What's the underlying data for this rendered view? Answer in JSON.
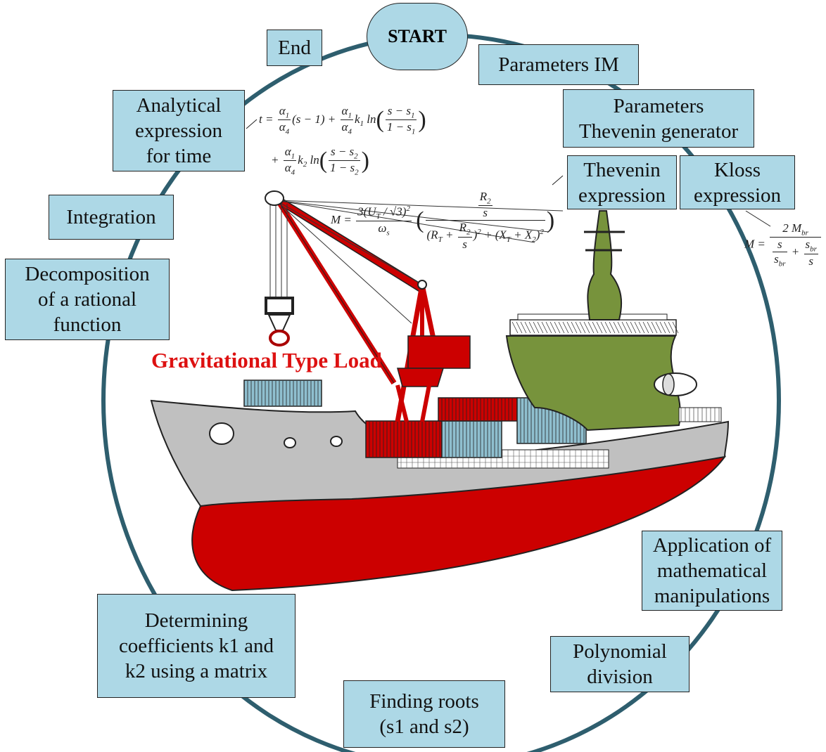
{
  "diagram": {
    "start_label": "START",
    "steps": [
      {
        "id": "end",
        "lines": [
          "End"
        ]
      },
      {
        "id": "parameters-im",
        "lines": [
          "Parameters IM"
        ]
      },
      {
        "id": "parameters-thevenin",
        "lines": [
          "Parameters",
          "Thevenin generator"
        ]
      },
      {
        "id": "thevenin-expression",
        "lines": [
          "Thevenin",
          "expression"
        ]
      },
      {
        "id": "kloss-expression",
        "lines": [
          "Kloss",
          "expression"
        ]
      },
      {
        "id": "analytical-expression",
        "lines": [
          "Analytical",
          "expression",
          "for time"
        ]
      },
      {
        "id": "integration",
        "lines": [
          "Integration"
        ]
      },
      {
        "id": "decomposition",
        "lines": [
          "Decomposition",
          "of a rational",
          "function"
        ]
      },
      {
        "id": "application",
        "lines": [
          "Application of",
          "mathematical",
          "manipulations"
        ]
      },
      {
        "id": "polynomial-division",
        "lines": [
          "Polynomial",
          "division"
        ]
      },
      {
        "id": "finding-roots",
        "lines": [
          "Finding roots",
          "(s1 and s2)"
        ]
      },
      {
        "id": "determining-coefficients",
        "lines": [
          "Determining",
          "coefficients k1 and",
          "k2 using a matrix"
        ]
      }
    ],
    "load_label": "Gravitational Type Load",
    "colors": {
      "box_fill": "#add8e6",
      "ring": "#2e5e6e",
      "load_text": "#dd1111",
      "hull_red": "#cc0000",
      "hull_gray": "#c0c0c0",
      "superstructure_green": "#77933c",
      "container_blue": "#8fbfcf"
    }
  }
}
